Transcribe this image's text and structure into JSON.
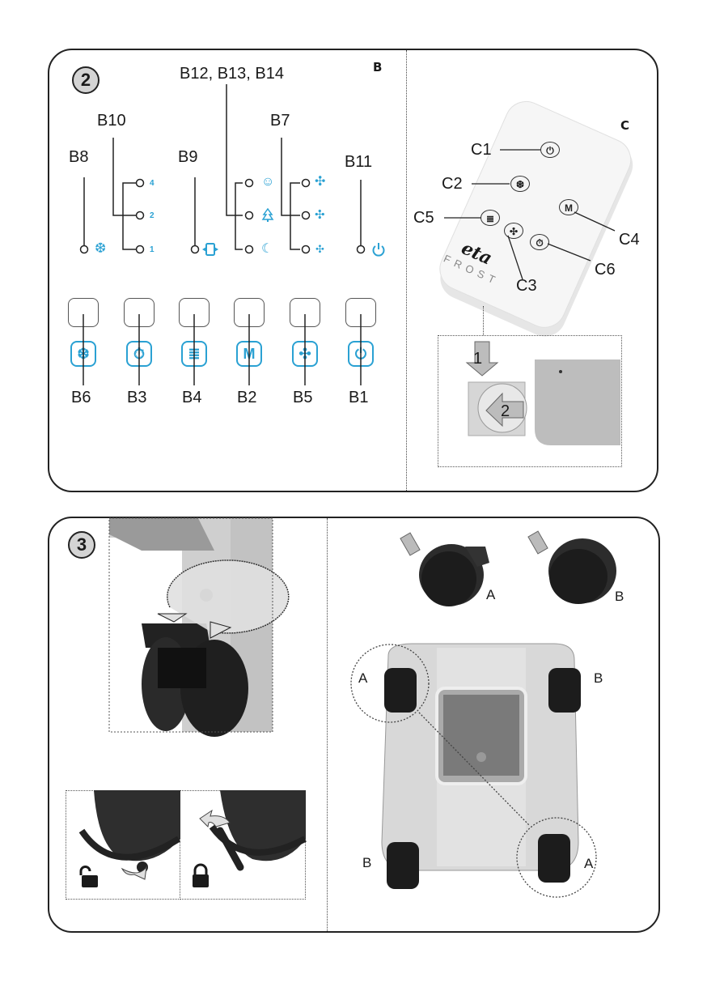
{
  "figure2": {
    "number": "2",
    "section_b": {
      "title": "B",
      "indicator_labels": {
        "b8": "B8",
        "b10": "B10",
        "b9": "B9",
        "b12_14": "B12, B13, B14",
        "b7": "B7",
        "b11": "B11"
      },
      "timer_levels": [
        "4",
        "2",
        "1"
      ],
      "indicator_icons": {
        "b8": "snowflake-icon",
        "b9": "swing-icon",
        "b12": "smile-icon",
        "b13": "tree-icon",
        "b14": "moon-icon",
        "b7": "fan-speed-icon",
        "b11": "power-icon"
      },
      "buttons": [
        {
          "label": "B6",
          "icon": "snowflake-icon",
          "glyph": "❆"
        },
        {
          "label": "B3",
          "icon": "timer-icon",
          "glyph": "⏱"
        },
        {
          "label": "B4",
          "icon": "swing-icon",
          "glyph": "≣"
        },
        {
          "label": "B2",
          "icon": "mode-icon",
          "glyph": "M"
        },
        {
          "label": "B5",
          "icon": "fan-icon",
          "glyph": "✣"
        },
        {
          "label": "B1",
          "icon": "power-icon",
          "glyph": "⏻"
        }
      ]
    },
    "section_c": {
      "title": "C",
      "remote_brand": "eta",
      "remote_model": "FROST",
      "remote_buttons": [
        {
          "label": "C1",
          "icon": "power-icon",
          "glyph": "⏻"
        },
        {
          "label": "C2",
          "icon": "snowflake-icon",
          "glyph": "❆"
        },
        {
          "label": "C5",
          "icon": "swing-icon",
          "glyph": "≣"
        },
        {
          "label": "C3",
          "icon": "fan-icon",
          "glyph": "✣"
        },
        {
          "label": "C4",
          "icon": "mode-icon",
          "glyph": "M"
        },
        {
          "label": "C6",
          "icon": "timer-icon",
          "glyph": "⏱"
        }
      ],
      "battery_steps": [
        "1",
        "2"
      ]
    }
  },
  "figure3": {
    "number": "3",
    "wheel_labels": {
      "top_a": "A",
      "top_b": "B",
      "base_top_left": "A",
      "base_top_right": "B",
      "base_bottom_left": "B",
      "base_bottom_right": "A"
    },
    "lock_states": [
      "unlocked",
      "locked"
    ]
  },
  "colors": {
    "accent_blue": "#2aa1d3",
    "outline": "#222222",
    "badge_fill": "#d4d4d4"
  }
}
